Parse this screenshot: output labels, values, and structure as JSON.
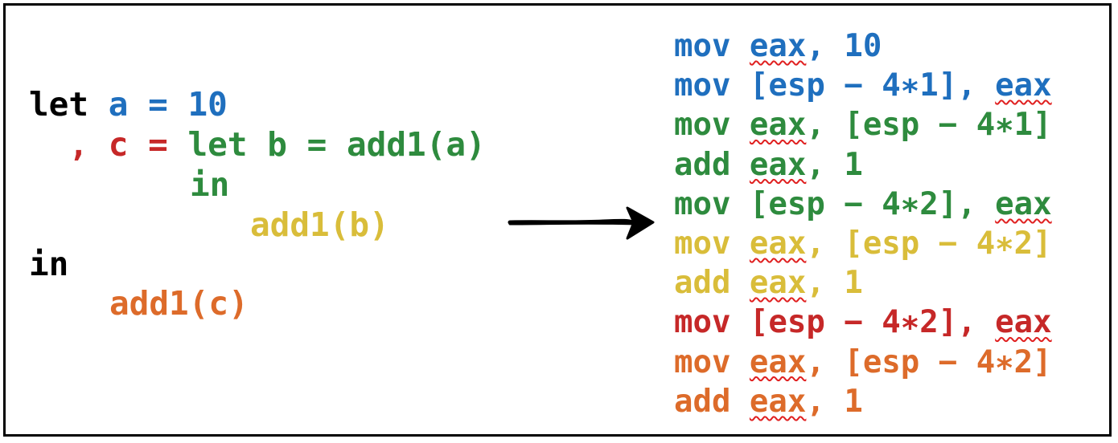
{
  "colors": {
    "black": "#000000",
    "blue": "#1f6fbe",
    "green": "#2e8b3e",
    "yellow": "#d9bd3a",
    "red": "#c62828",
    "orange": "#dd6b2a",
    "squiggle": "#e02020"
  },
  "source": {
    "line1": {
      "kw": "let",
      "var": "a = 10"
    },
    "line2": {
      "comma": ",",
      "var": "c =",
      "expr": "let b = add1(a)"
    },
    "line3": {
      "kw": "in"
    },
    "line4": {
      "expr": "add1(b)"
    },
    "line5": {
      "kw": "in"
    },
    "line6": {
      "expr": "add1(c)"
    }
  },
  "arrow": {
    "icon": "right-arrow-icon"
  },
  "asm": [
    {
      "op": "mov ",
      "pre": "",
      "reg": "eax",
      "post": ", 10",
      "color": "blue"
    },
    {
      "op": "mov ",
      "pre": "[esp − 4∗1], ",
      "reg": "eax",
      "post": "",
      "color": "blue"
    },
    {
      "op": "mov ",
      "pre": "",
      "reg": "eax",
      "post": ", [esp − 4∗1]",
      "color": "green"
    },
    {
      "op": "add ",
      "pre": "",
      "reg": "eax",
      "post": ", 1",
      "color": "green"
    },
    {
      "op": "mov ",
      "pre": "[esp − 4∗2], ",
      "reg": "eax",
      "post": "",
      "color": "green"
    },
    {
      "op": "mov ",
      "pre": "",
      "reg": "eax",
      "post": ", [esp − 4∗2]",
      "color": "yellow"
    },
    {
      "op": "add ",
      "pre": "",
      "reg": "eax",
      "post": ", 1",
      "color": "yellow"
    },
    {
      "op": "mov ",
      "pre": "[esp − 4∗2], ",
      "reg": "eax",
      "post": "",
      "color": "red"
    },
    {
      "op": "mov ",
      "pre": "",
      "reg": "eax",
      "post": ", [esp − 4∗2]",
      "color": "orange"
    },
    {
      "op": "add ",
      "pre": "",
      "reg": "eax",
      "post": ", 1",
      "color": "orange"
    }
  ]
}
